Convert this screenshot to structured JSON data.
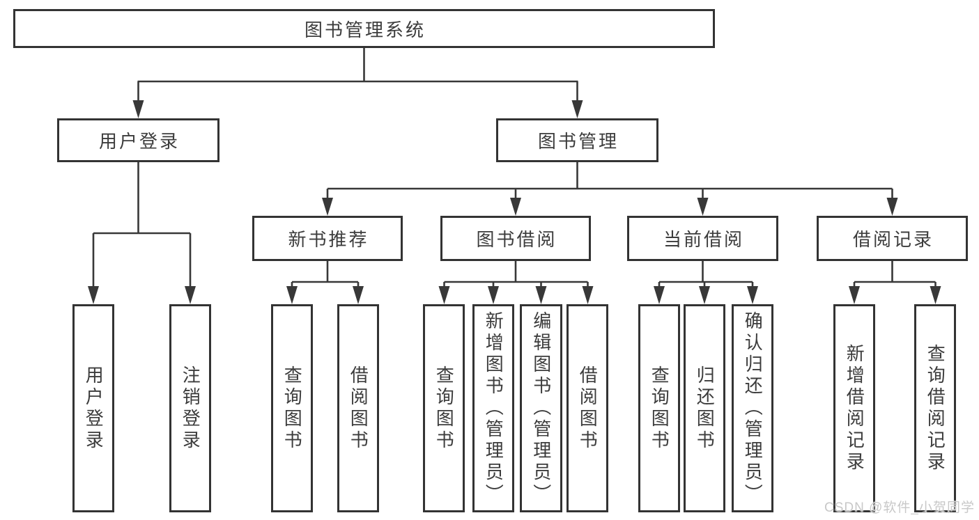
{
  "tree": {
    "root": {
      "label": "图书管理系统",
      "children": [
        {
          "label": "用户登录",
          "children": [
            {
              "label": "用户登录"
            },
            {
              "label": "注销登录"
            }
          ]
        },
        {
          "label": "图书管理",
          "children": [
            {
              "label": "新书推荐",
              "children": [
                {
                  "label": "查询图书"
                },
                {
                  "label": "借阅图书"
                }
              ]
            },
            {
              "label": "图书借阅",
              "children": [
                {
                  "label": "查询图书"
                },
                {
                  "label": "新增图书（管理员）"
                },
                {
                  "label": "编辑图书（管理员）"
                },
                {
                  "label": "借阅图书"
                }
              ]
            },
            {
              "label": "当前借阅",
              "children": [
                {
                  "label": "查询图书"
                },
                {
                  "label": "归还图书"
                },
                {
                  "label": "确认归还（管理员）"
                }
              ]
            },
            {
              "label": "借阅记录",
              "children": [
                {
                  "label": "新增借阅记录"
                },
                {
                  "label": "查询借阅记录"
                }
              ]
            }
          ]
        }
      ]
    }
  },
  "watermark": "CSDN @软件_小贺同学",
  "colors": {
    "line": "#383838",
    "box_border": "#333333",
    "text": "#3c3c3c",
    "watermark": "#c8c8c8",
    "background": "#ffffff"
  }
}
